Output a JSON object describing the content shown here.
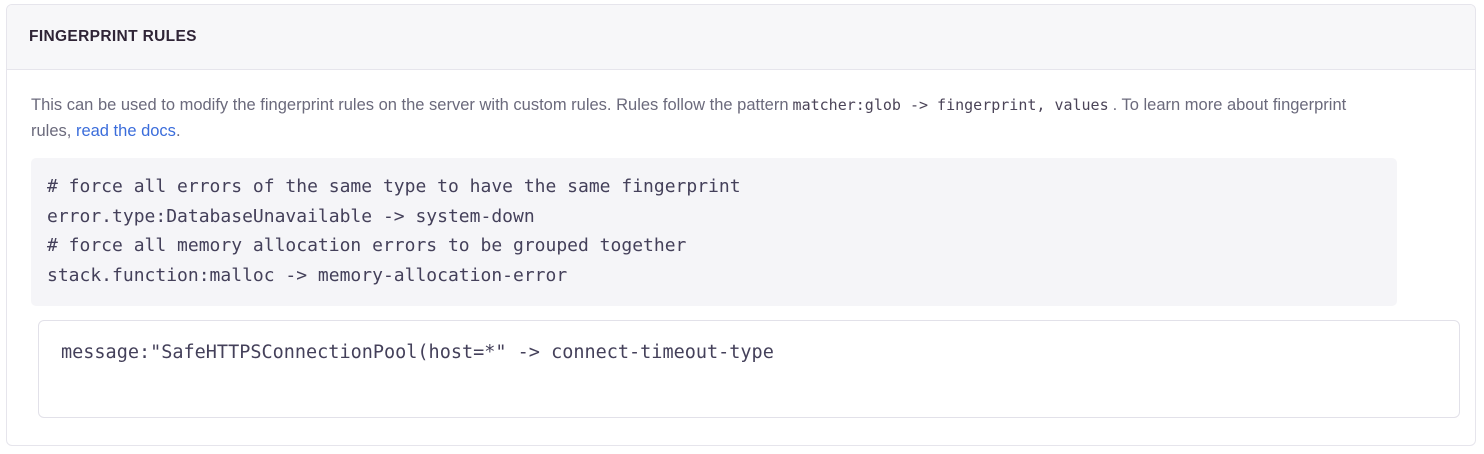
{
  "card": {
    "header": {
      "title": "FINGERPRINT RULES"
    },
    "description": {
      "text_before_code": "This can be used to modify the fingerprint rules on the server with custom rules. Rules follow the pattern",
      "inline_code": "matcher:glob -> fingerprint, values",
      "text_after_code": ". To learn more about fingerprint rules,",
      "link_label": "read the docs",
      "text_end": "."
    },
    "example_code_block": {
      "lines": [
        "# force all errors of the same type to have the same fingerprint",
        "error.type:DatabaseUnavailable -> system-down",
        "# force all memory allocation errors to be grouped together",
        "stack.function:malloc -> memory-allocation-error"
      ],
      "text": "# force all errors of the same type to have the same fingerprint\nerror.type:DatabaseUnavailable -> system-down\n# force all memory allocation errors to be grouped together\nstack.function:malloc -> memory-allocation-error"
    },
    "rules_input": {
      "value": "message:\"SafeHTTPSConnectionPool(host=*\" -> connect-timeout-type",
      "placeholder": ""
    }
  },
  "colors": {
    "card_border": "#e6e5ec",
    "header_background": "#f7f7f9",
    "header_text": "#2f2436",
    "body_text": "#6b6a7c",
    "link": "#3b6ddb",
    "code_background": "#f5f5f8",
    "code_text": "#44405a",
    "input_border": "#e2e1e9"
  }
}
